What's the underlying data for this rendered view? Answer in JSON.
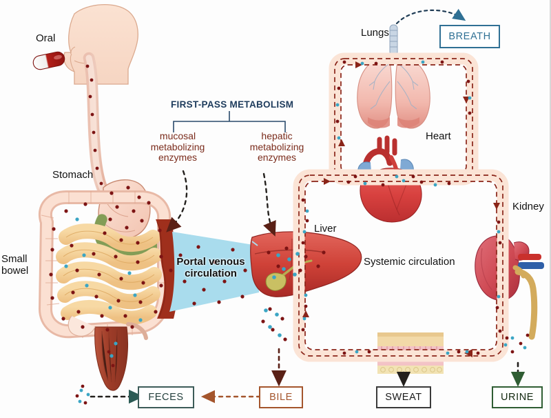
{
  "diagram": {
    "title_group": {
      "heading": "FIRST-PASS METABOLISM",
      "branch_left": "mucosal\nmetabolizing\nenzymes",
      "branch_right": "hepatic\nmetabolizing\nenzymes",
      "heading_color": "#1d3b5c",
      "branch_color": "#7a2b1b"
    },
    "route_label": "Oral",
    "organs": {
      "stomach": "Stomach",
      "small_bowel": "Small\nbowel",
      "liver": "Liver",
      "lungs": "Lungs",
      "heart": "Heart",
      "kidney": "Kidney"
    },
    "compartments": {
      "portal": "Portal venous\ncirculation",
      "systemic": "Systemic circulation",
      "portal_fill": "#a9dced"
    },
    "outputs": [
      {
        "label": "FECES",
        "border": "#3c5b58",
        "text": "#24403d"
      },
      {
        "label": "BILE",
        "border": "#a4552c",
        "text": "#a4552c"
      },
      {
        "label": "SWEAT",
        "border": "#3a3a3a",
        "text": "#1a1a1a"
      },
      {
        "label": "URINE",
        "border": "#2f5d33",
        "text": "#12280f"
      }
    ],
    "breath": {
      "label": "BREATH",
      "border": "#2f7094",
      "text": "#2f7094"
    },
    "palette": {
      "vessel_fill": "#fbe4d6",
      "vessel_dash": "#8a2418",
      "drug_dot": "#7d1414",
      "metabolite_dot": "#3ba5c4",
      "tissue_pink": "#f6cfc2",
      "organ_red": "#c9413f"
    }
  }
}
